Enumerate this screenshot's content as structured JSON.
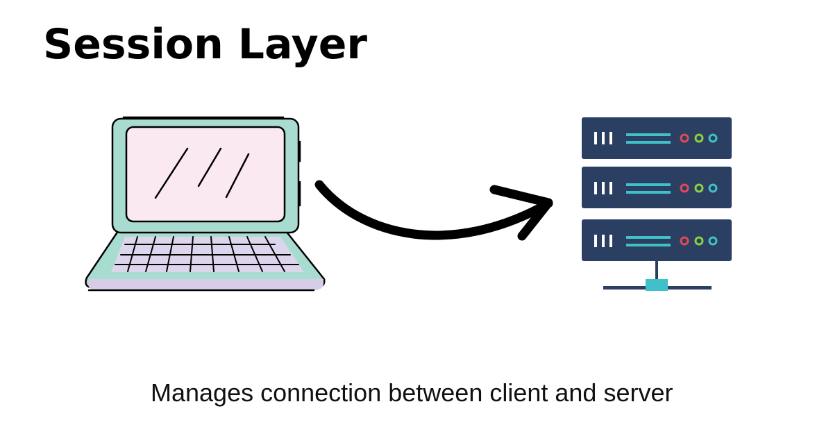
{
  "diagram": {
    "title": "Session Layer",
    "caption": "Manages connection between client and server",
    "nodes": [
      {
        "id": "client",
        "icon": "laptop-icon"
      },
      {
        "id": "server",
        "icon": "server-rack-icon"
      }
    ],
    "edges": [
      {
        "from": "client",
        "to": "server",
        "icon": "curved-arrow-icon"
      }
    ]
  },
  "colors": {
    "laptop_body": "#a8dcd1",
    "laptop_screen": "#fbe9f1",
    "laptop_keyboard": "#ddd5ec",
    "laptop_base_shadow": "#d7cde6",
    "server_unit": "#2b3f63",
    "server_accent": "#40c0c8",
    "led_red": "#e04a57",
    "led_green": "#8ccf3f",
    "led_cyan": "#40c0c8",
    "stroke": "#000000"
  }
}
